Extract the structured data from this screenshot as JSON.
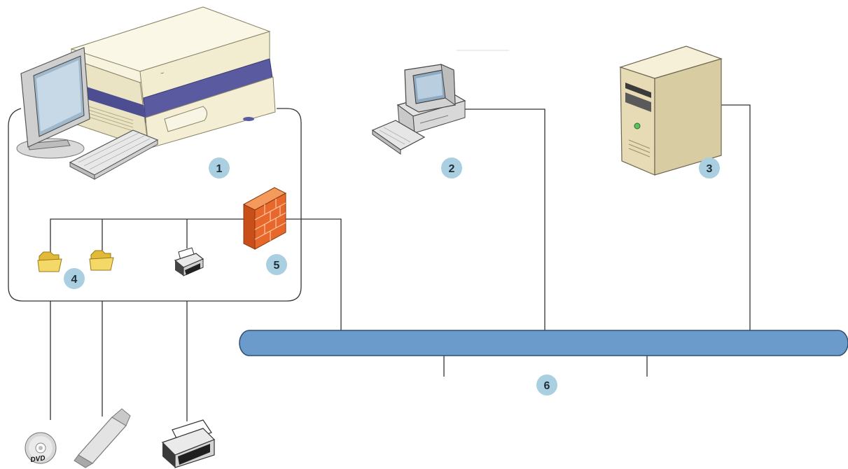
{
  "callouts": {
    "c1": "1",
    "c2": "2",
    "c3": "3",
    "c4": "4",
    "c5": "5",
    "c6": "6"
  },
  "dvd_label": "DVD",
  "icons": {
    "instrument": "cell-analyzer-icon",
    "workstation": "desktop-computer-icon",
    "server": "server-tower-icon",
    "firewall": "firewall-icon",
    "folder": "folder-icon",
    "printer": "printer-icon",
    "dvd": "dvd-disc-icon",
    "usb": "usb-drive-icon"
  },
  "colors": {
    "network_bus": "#6b9bcb",
    "callout_fill": "#a9cfe0",
    "firewall": "#e8672a",
    "folder": "#f3d65d",
    "instrument_body": "#f5f0d6",
    "instrument_band": "#5a5aa0",
    "server_body": "#f1e9c9"
  }
}
